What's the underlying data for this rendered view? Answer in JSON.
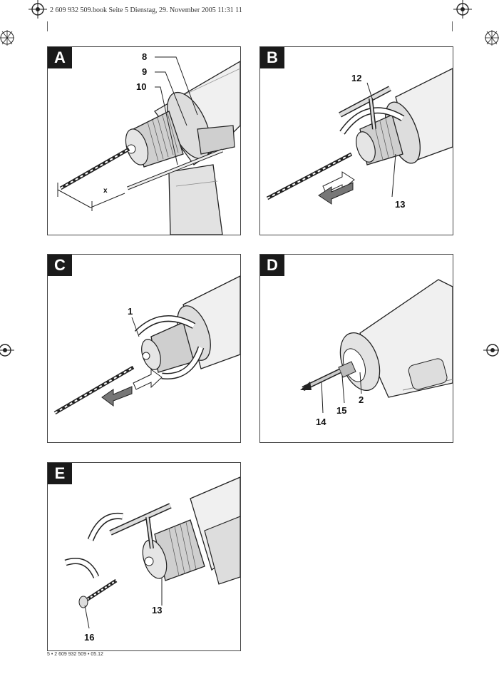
{
  "header": {
    "text": "2 609 932 509.book  Seite 5  Dienstag, 29. November 2005  11:31 11"
  },
  "footer": {
    "text": "5 • 2 609 932 509 • 05.12"
  },
  "panels": {
    "a": {
      "label": "A",
      "n8": "8",
      "n9": "9",
      "n10": "10",
      "x": "x"
    },
    "b": {
      "label": "B",
      "n12": "12",
      "n13": "13"
    },
    "c": {
      "label": "C",
      "n1": "1"
    },
    "d": {
      "label": "D",
      "n14": "14",
      "n15": "15",
      "n2": "2"
    },
    "e": {
      "label": "E",
      "n13": "13",
      "n16": "16"
    }
  }
}
